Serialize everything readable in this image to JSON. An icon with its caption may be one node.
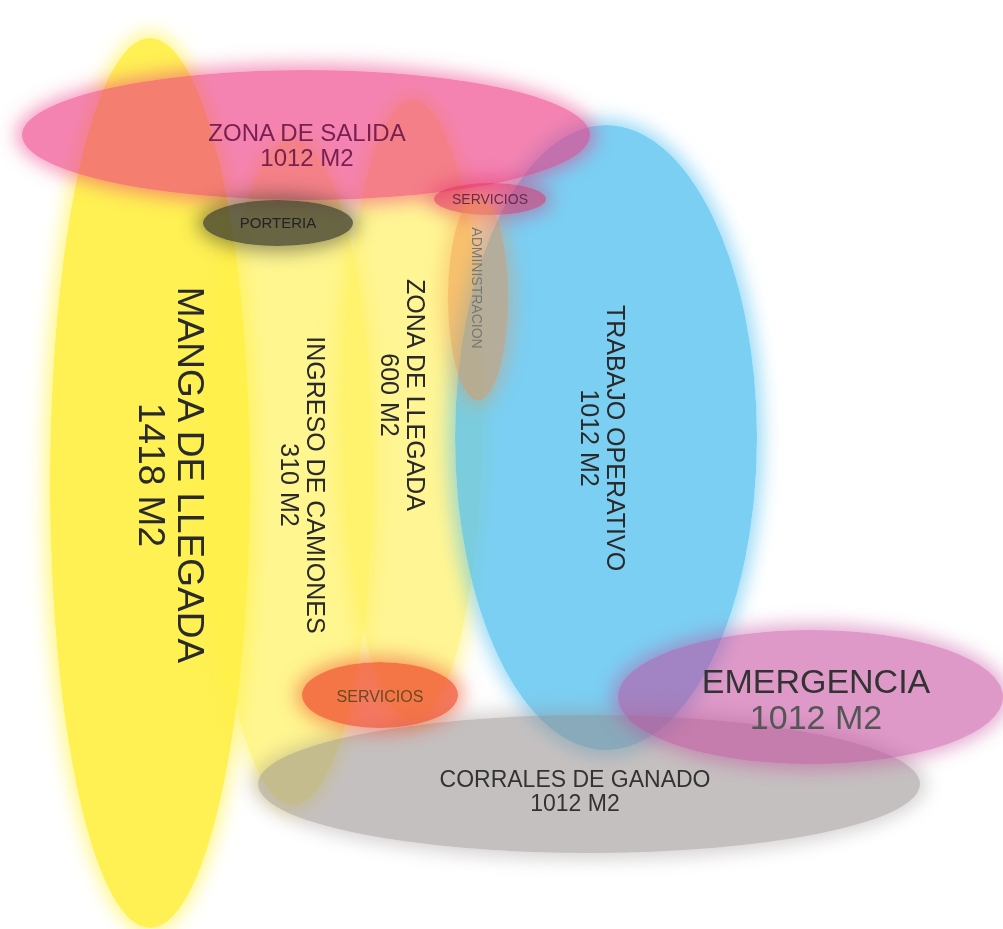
{
  "diagram": {
    "nodes": [
      {
        "text": [
          "MANGA DE LLEGADA",
          "1418 M2"
        ]
      },
      {
        "text": [
          "INGRESO DE CAMIONES",
          "310 M2"
        ]
      },
      {
        "text": [
          "ZONA DE LLEGADA",
          "600 M2"
        ]
      },
      {
        "text": [
          "TRABAJO OPERATIVO",
          "1012 M2"
        ]
      },
      {
        "text": [
          "CORRALES DE GANADO",
          "1012 M2"
        ]
      },
      {
        "text": [
          "ZONA DE SALIDA",
          "1012 M2"
        ]
      },
      {
        "text": [
          "PORTERIA"
        ]
      },
      {
        "text": [
          "SERVICIOS"
        ]
      },
      {
        "text": [
          "ADMINISTRACION"
        ]
      },
      {
        "text": [
          "SERVICIOS"
        ]
      },
      {
        "text": [
          "EMERGENCIA",
          "1012 M2"
        ]
      }
    ]
  }
}
